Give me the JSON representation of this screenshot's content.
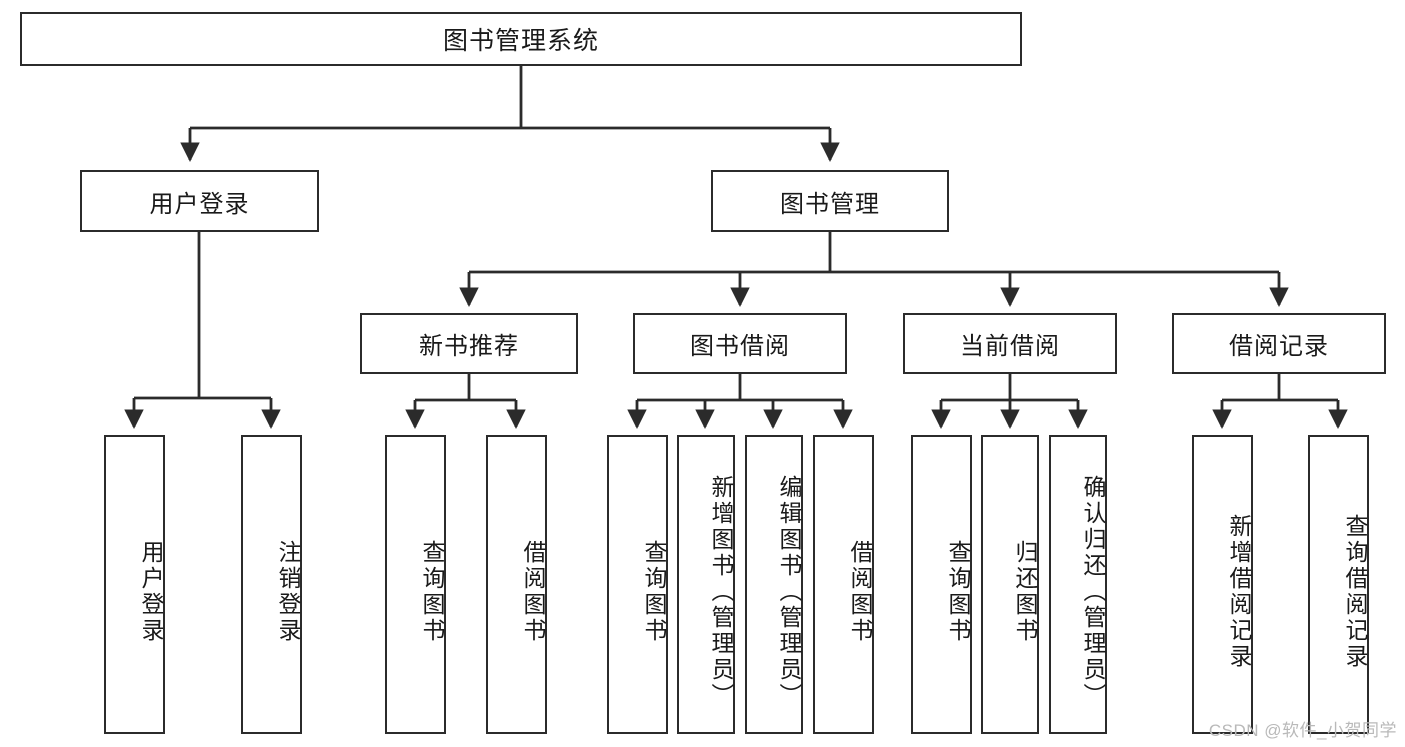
{
  "diagram": {
    "type": "tree-hierarchy-chart",
    "title": "图书管理系统",
    "watermark": "CSDN @软件_小贺同学",
    "line_color": "#2b2b2b",
    "box_fill": "#ffffff",
    "text_color": "#1a1a1a",
    "watermark_color": "#b9b9b9",
    "root": {
      "label": "图书管理系统",
      "level": 1
    },
    "level2": [
      {
        "label": "用户登录"
      },
      {
        "label": "图书管理"
      }
    ],
    "level3": [
      {
        "label": "新书推荐"
      },
      {
        "label": "图书借阅"
      },
      {
        "label": "当前借阅"
      },
      {
        "label": "借阅记录"
      }
    ],
    "leaves": {
      "user_login": [
        {
          "label": "用户登录"
        },
        {
          "label": "注销登录"
        }
      ],
      "new_book_recommend": [
        {
          "label": "查询图书"
        },
        {
          "label": "借阅图书"
        }
      ],
      "book_borrow": [
        {
          "label": "查询图书"
        },
        {
          "label": "新增图书（管理员）"
        },
        {
          "label": "编辑图书（管理员）"
        },
        {
          "label": "借阅图书"
        }
      ],
      "current_borrow": [
        {
          "label": "查询图书"
        },
        {
          "label": "归还图书"
        },
        {
          "label": "确认归还（管理员）"
        }
      ],
      "borrow_record": [
        {
          "label": "新增借阅记录"
        },
        {
          "label": "查询借阅记录"
        }
      ]
    }
  }
}
